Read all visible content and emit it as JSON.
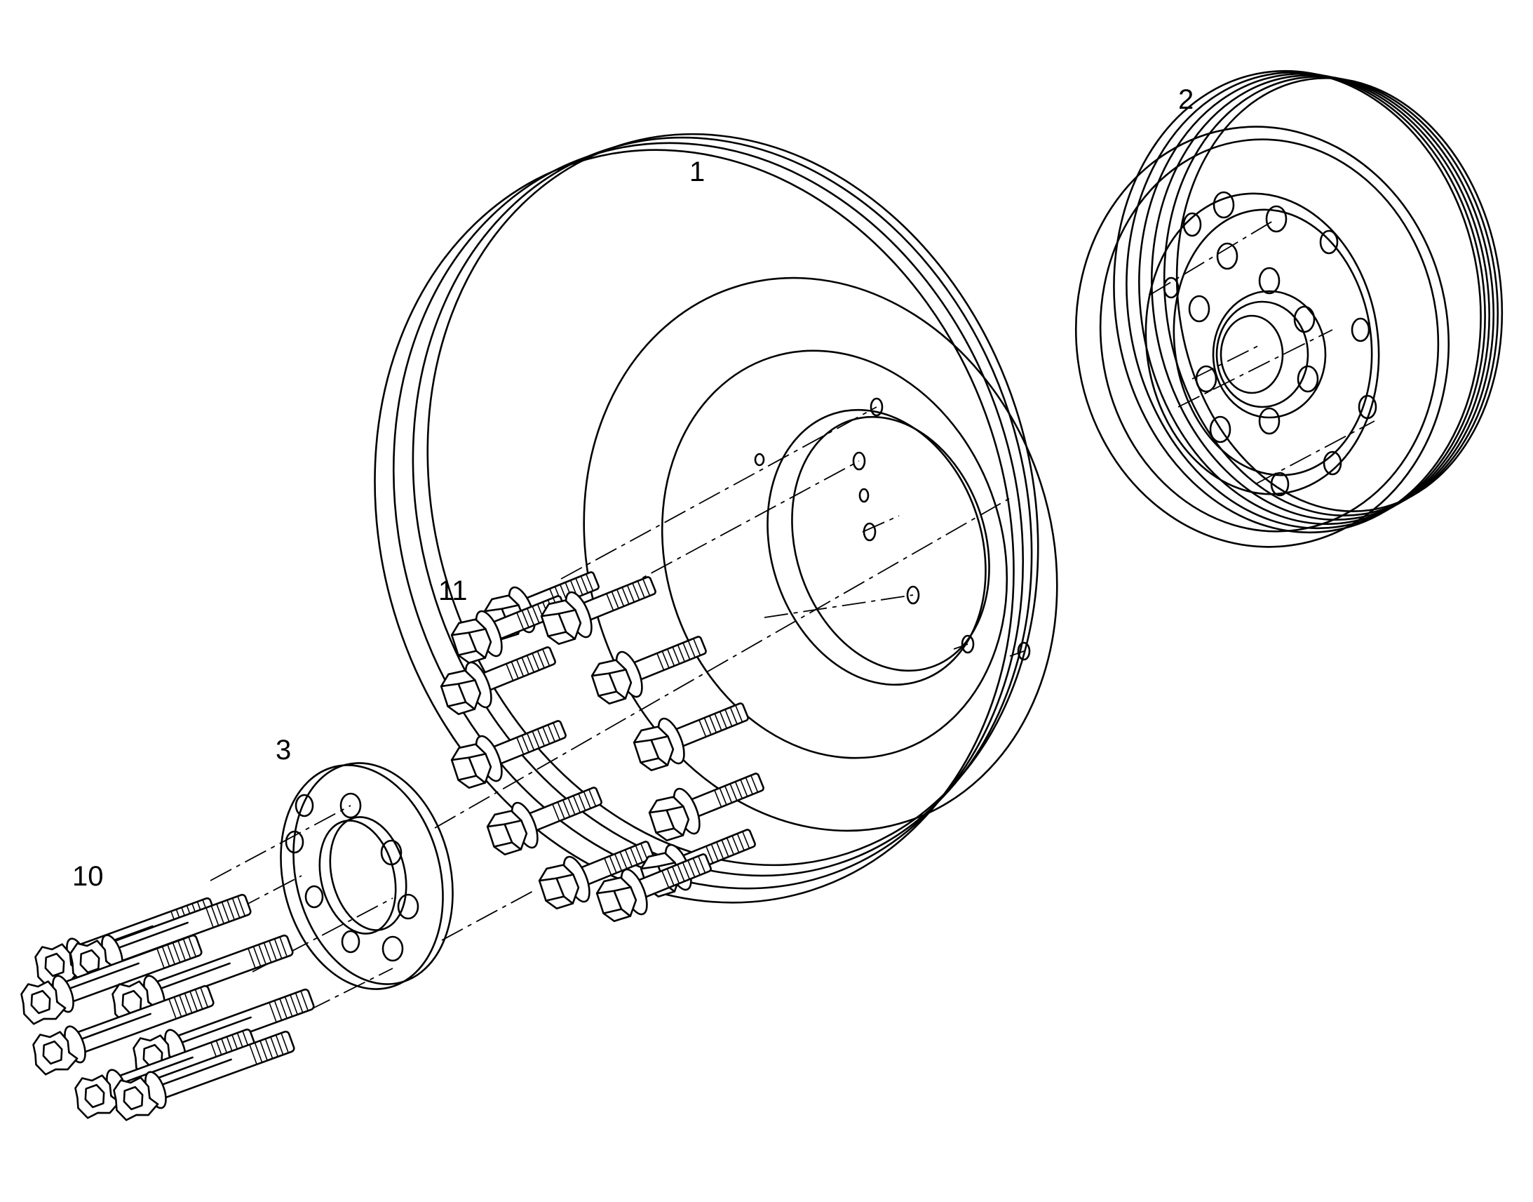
{
  "callouts": {
    "part_1": "1",
    "part_2": "2",
    "part_3": "3",
    "part_10": "10",
    "part_11": "11"
  },
  "colors": {
    "line": "#000000",
    "background": "#ffffff"
  }
}
